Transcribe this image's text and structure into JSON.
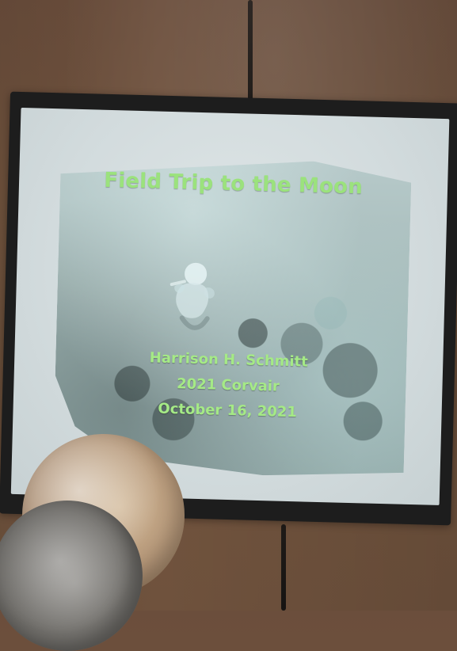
{
  "slide": {
    "title": "Field Trip to the Moon",
    "presenter": "Harrison H. Schmitt",
    "event": "2021 Corvair",
    "date": "October 16, 2021"
  },
  "colors": {
    "slide_text": "#9be27d",
    "screen_frame": "#1d1d1d",
    "wall": "#6f523d"
  },
  "icons": {
    "astronaut": "astronaut-icon"
  }
}
